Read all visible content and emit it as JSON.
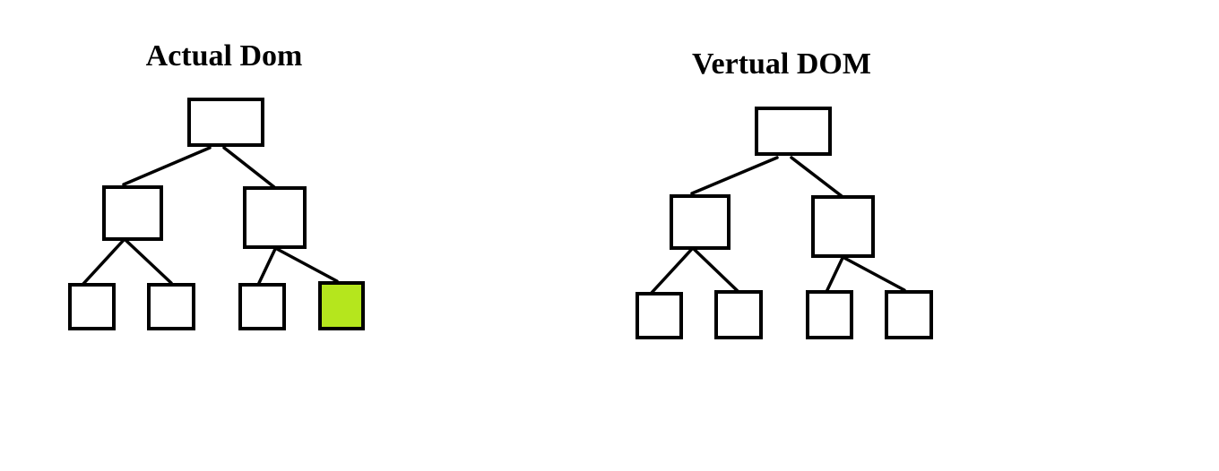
{
  "trees": [
    {
      "id": "actual-dom",
      "title": "Actual Dom",
      "highlight_color": "#b5e61d",
      "nodes": [
        {
          "id": "root",
          "highlighted": false
        },
        {
          "id": "child-1",
          "highlighted": false
        },
        {
          "id": "child-2",
          "highlighted": false
        },
        {
          "id": "leaf-1",
          "highlighted": false
        },
        {
          "id": "leaf-2",
          "highlighted": false
        },
        {
          "id": "leaf-3",
          "highlighted": false
        },
        {
          "id": "leaf-4",
          "highlighted": true
        }
      ]
    },
    {
      "id": "vertual-dom",
      "title": "Vertual DOM",
      "highlight_color": "#b5e61d",
      "nodes": [
        {
          "id": "root",
          "highlighted": false
        },
        {
          "id": "child-1",
          "highlighted": false
        },
        {
          "id": "child-2",
          "highlighted": false
        },
        {
          "id": "leaf-1",
          "highlighted": false
        },
        {
          "id": "leaf-2",
          "highlighted": false
        },
        {
          "id": "leaf-3",
          "highlighted": false
        },
        {
          "id": "leaf-4",
          "highlighted": false
        }
      ]
    }
  ]
}
